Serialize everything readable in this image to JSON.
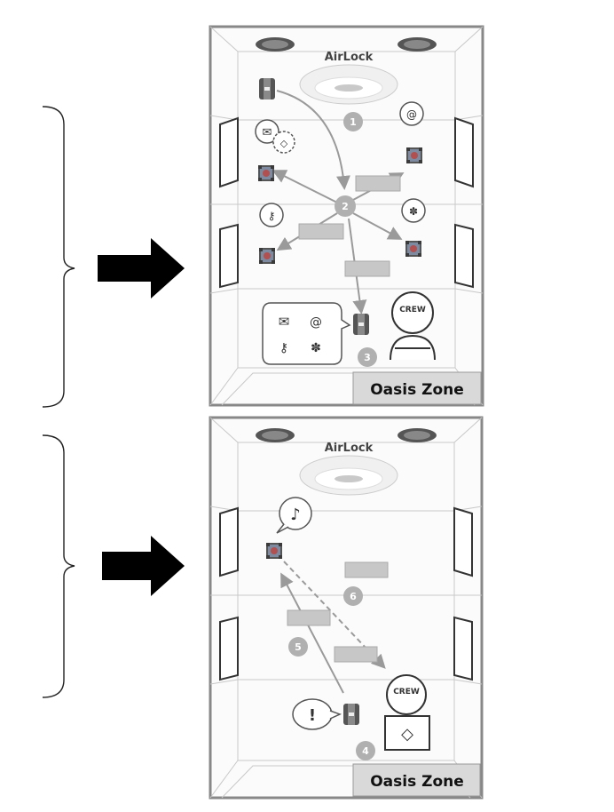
{
  "panels": [
    {
      "airlock_label": "AirLock",
      "zone_label": "Oasis Zone",
      "step_badges": [
        "1",
        "2",
        "3"
      ],
      "crew_label": "CREW"
    },
    {
      "airlock_label": "AirLock",
      "zone_label": "Oasis Zone",
      "step_badges": [
        "4",
        "5",
        "6"
      ],
      "crew_label": "CREW"
    }
  ],
  "icons": [
    "brace-icon",
    "right-arrow-icon",
    "robot-icon",
    "cube-robot-icon",
    "envelope-icon",
    "diamond-icon",
    "shell-icon",
    "key-icon",
    "coral-icon",
    "music-note-icon",
    "exclamation-icon",
    "crew-person-icon"
  ]
}
